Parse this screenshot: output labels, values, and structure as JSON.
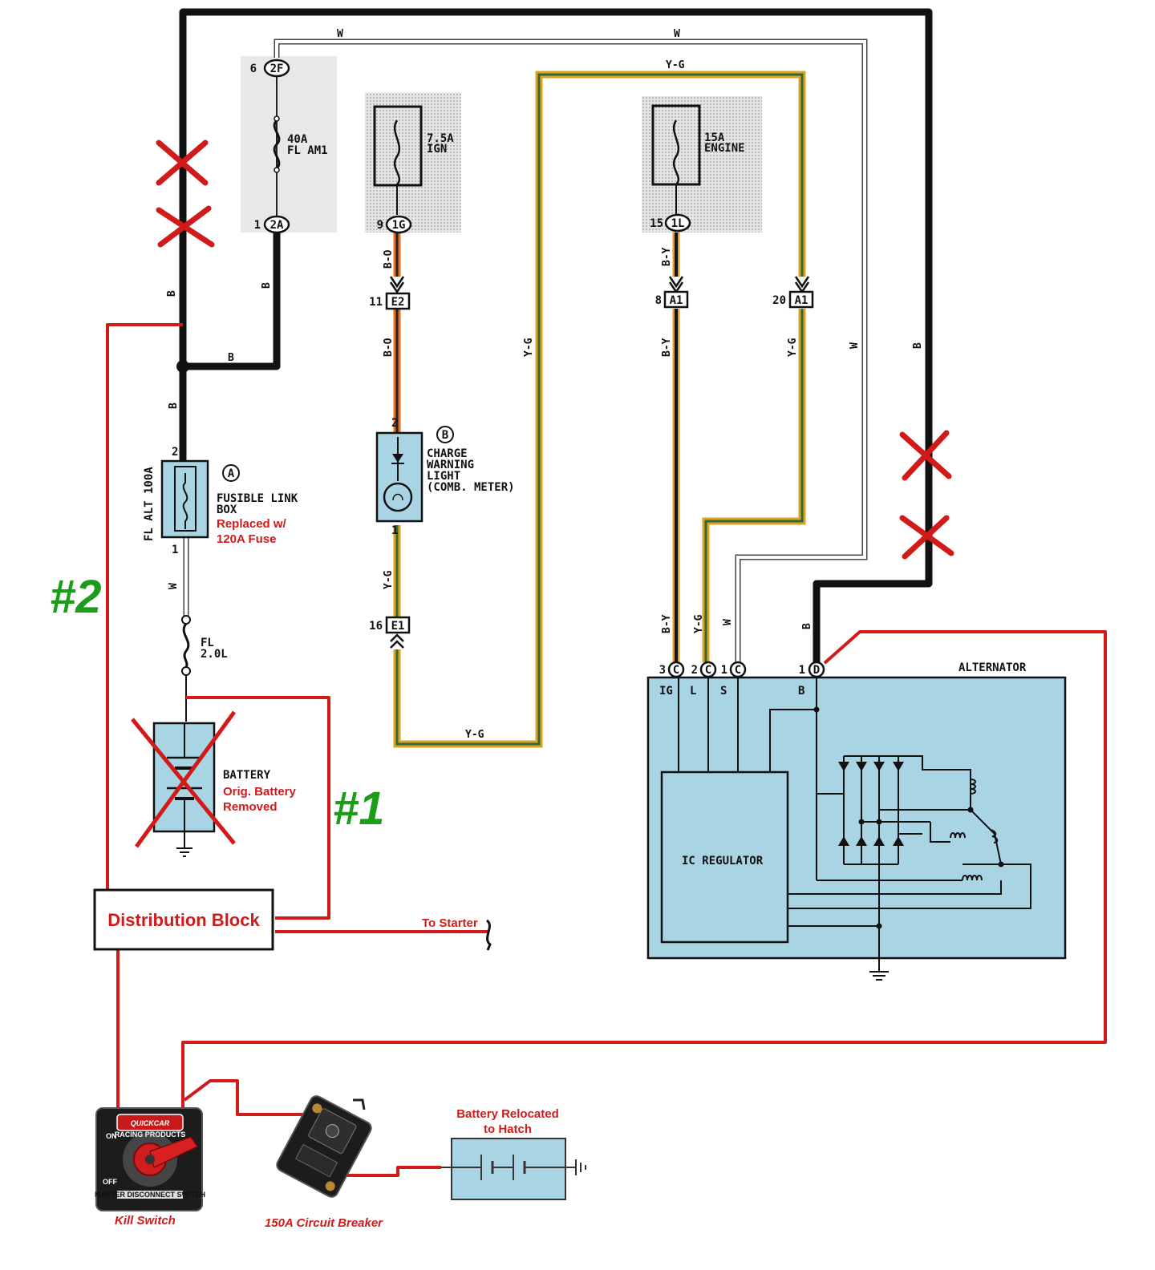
{
  "wires": {
    "w": "W",
    "b": "B",
    "yg": "Y-G",
    "bo": "B-O",
    "by": "B-Y"
  },
  "fuse_40a": {
    "amps": "40A",
    "name": "FL AM1",
    "pin_top_num": "6",
    "pin_top": "2F",
    "pin_bot_num": "1",
    "pin_bot": "2A"
  },
  "fuse_ign": {
    "amps": "7.5A",
    "name": "IGN",
    "pin_num": "9",
    "pin": "1G"
  },
  "fuse_engine": {
    "amps": "15A",
    "name": "ENGINE",
    "pin_num": "15",
    "pin": "1L"
  },
  "connectors": {
    "e2": {
      "num": "11",
      "id": "E2"
    },
    "e1": {
      "num": "16",
      "id": "E1"
    },
    "a1_left": {
      "num": "8",
      "id": "A1"
    },
    "a1_right": {
      "num": "20",
      "id": "A1"
    }
  },
  "fusible_link": {
    "marker": "A",
    "rating": "FL ALT 100A",
    "label1": "FUSIBLE LINK",
    "label2": "BOX",
    "note1": "Replaced w/",
    "note2": "120A Fuse",
    "pin_top": "2",
    "pin_bot": "1"
  },
  "fl_small": {
    "l1": "FL",
    "l2": "2.0L"
  },
  "battery": {
    "label": "BATTERY",
    "note1": "Orig. Battery",
    "note2": "Removed"
  },
  "charge_light": {
    "marker": "B",
    "l1": "CHARGE",
    "l2": "WARNING",
    "l3": "LIGHT",
    "l4": "(COMB. METER)",
    "pin_top": "2",
    "pin_bot": "1"
  },
  "alternator": {
    "title": "ALTERNATOR",
    "regulator": "IC REGULATOR",
    "terminals": [
      "IG",
      "L",
      "S",
      "B"
    ],
    "pins": [
      {
        "num": "3",
        "id": "C"
      },
      {
        "num": "2",
        "id": "C"
      },
      {
        "num": "1",
        "id": "C"
      },
      {
        "num": "1",
        "id": "D"
      }
    ]
  },
  "annotations": {
    "path1": "#1",
    "path2": "#2",
    "distribution": "Distribution Block",
    "to_starter": "To Starter",
    "battery_reloc1": "Battery Relocated",
    "battery_reloc2": "to Hatch",
    "kill_switch": "Kill Switch",
    "breaker": "150A Circuit Breaker"
  },
  "kill_switch_face": {
    "brand": "QUICKCAR",
    "sub": "RACING PRODUCTS",
    "on": "ON",
    "off": "OFF",
    "model": "MASTER DISCONNECT SWITCH"
  },
  "colors": {
    "red": "#d11a1a",
    "green": "#1a9e1a",
    "black_wire": "#111111",
    "panel_blue": "#a9d4e4",
    "yg_outer": "#e0a020",
    "yg_inner": "#2e6b3a",
    "bo_orange": "#e07020"
  }
}
